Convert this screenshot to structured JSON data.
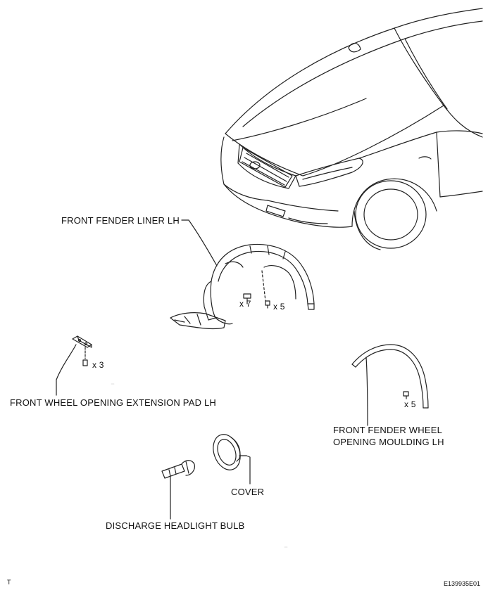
{
  "labels": {
    "fender_liner": "FRONT FENDER LINER LH",
    "extension_pad": "FRONT WHEEL OPENING EXTENSION PAD LH",
    "moulding_line1": "FRONT FENDER WHEEL",
    "moulding_line2": "OPENING MOULDING LH",
    "cover": "COVER",
    "bulb": "DISCHARGE HEADLIGHT BULB"
  },
  "quantities": {
    "liner_clip": "x 7",
    "liner_screw": "x 5",
    "pad_screw": "x 3",
    "moulding_clip": "x 5"
  },
  "corner": {
    "left_mark": "T",
    "figure_id": "E139935E01"
  }
}
